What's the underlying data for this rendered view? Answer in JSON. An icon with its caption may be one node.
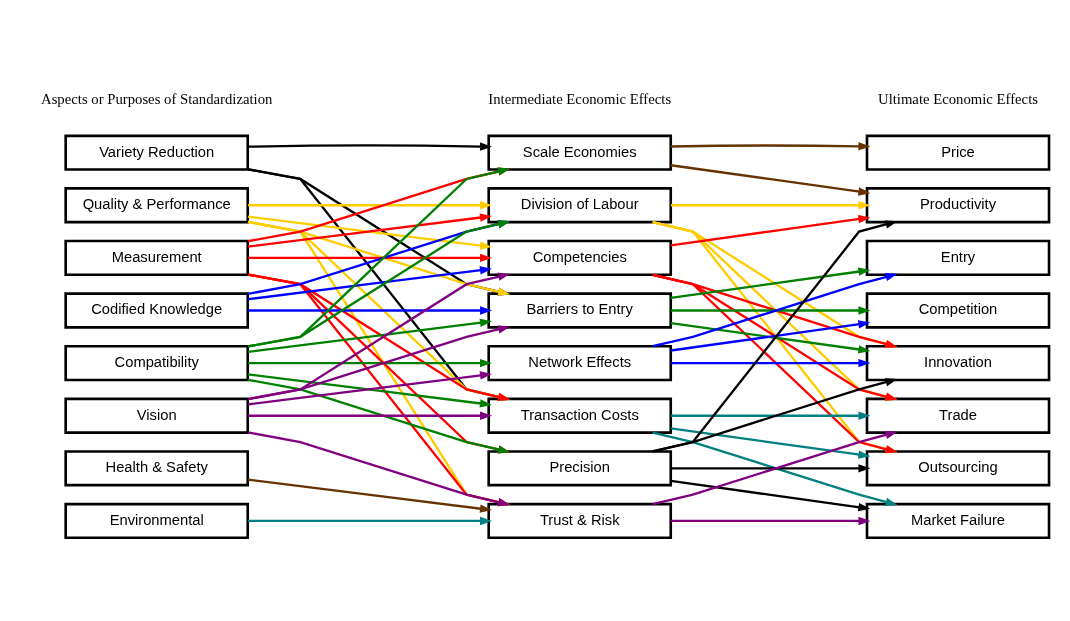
{
  "diagram": {
    "nodes": [
      {
        "text": [
          "Variety Reduction"
        ]
      },
      {
        "text": [
          "Quality & Performance"
        ]
      },
      {
        "text": [
          "Measurement"
        ]
      },
      {
        "text": [
          "Codified Knowledge"
        ]
      },
      {
        "text": [
          "Compatibility"
        ]
      },
      {
        "text": [
          "Vision"
        ]
      },
      {
        "text": [
          "Health & Safety"
        ]
      },
      {
        "text": [
          "Environmental"
        ]
      },
      {
        "text": [
          "Scale Economies"
        ]
      },
      {
        "text": [
          "Division of Labour"
        ]
      },
      {
        "text": [
          "Competencies"
        ]
      },
      {
        "text": [
          "Barriers to Entry"
        ]
      },
      {
        "text": [
          "Network Effects"
        ]
      },
      {
        "text": [
          "Transaction Costs"
        ]
      },
      {
        "text": [
          "Precision"
        ]
      },
      {
        "text": [
          "Trust & Risk"
        ]
      },
      {
        "text": [
          "Price"
        ]
      },
      {
        "text": [
          "Productivity"
        ]
      },
      {
        "text": [
          "Entry"
        ]
      },
      {
        "text": [
          "Competition"
        ]
      },
      {
        "text": [
          "Innovation"
        ]
      },
      {
        "text": [
          "Trade"
        ]
      },
      {
        "text": [
          "Outsourcing"
        ]
      },
      {
        "text": [
          "Market Failure"
        ]
      }
    ],
    "edges": [
      {
        "from": 0,
        "to": 8,
        "arrow": "to",
        "color": "#000000"
      },
      {
        "from": 0,
        "to": 11,
        "arrow": "to",
        "color": "#000000"
      },
      {
        "from": 0,
        "to": 13,
        "arrow": "to",
        "color": "#000000"
      },
      {
        "from": 1,
        "to": 9,
        "arrow": "to",
        "color": "#ffcc00"
      },
      {
        "from": 1,
        "to": 10,
        "arrow": "to",
        "color": "#ffcc00"
      },
      {
        "from": 1,
        "to": 11,
        "arrow": "to",
        "color": "#ffcc00"
      },
      {
        "from": 1,
        "to": 13,
        "arrow": "to",
        "color": "#ffcc00"
      },
      {
        "from": 1,
        "to": 15,
        "arrow": "to",
        "color": "#ffcc00"
      },
      {
        "from": 2,
        "to": 8,
        "arrow": "to",
        "color": "#ff0000"
      },
      {
        "from": 2,
        "to": 9,
        "arrow": "to",
        "color": "#ff0000"
      },
      {
        "from": 2,
        "to": 10,
        "arrow": "to",
        "color": "#ff0000"
      },
      {
        "from": 2,
        "to": 13,
        "arrow": "to",
        "color": "#ff0000"
      },
      {
        "from": 2,
        "to": 14,
        "arrow": "to",
        "color": "#ff0000"
      },
      {
        "from": 2,
        "to": 15,
        "arrow": "to",
        "color": "#ff0000"
      },
      {
        "from": 3,
        "to": 9,
        "arrow": "to",
        "color": "#0000ff"
      },
      {
        "from": 3,
        "to": 10,
        "arrow": "to",
        "color": "#0000ff"
      },
      {
        "from": 3,
        "to": 11,
        "arrow": "to",
        "color": "#0000ff"
      },
      {
        "from": 4,
        "to": 8,
        "arrow": "to",
        "color": "#008000"
      },
      {
        "from": 4,
        "to": 9,
        "arrow": "to",
        "color": "#008000"
      },
      {
        "from": 4,
        "to": 11,
        "arrow": "to",
        "color": "#008000"
      },
      {
        "from": 4,
        "to": 12,
        "arrow": "to",
        "color": "#008000"
      },
      {
        "from": 4,
        "to": 13,
        "arrow": "to",
        "color": "#008000"
      },
      {
        "from": 4,
        "to": 14,
        "arrow": "to",
        "color": "#008000"
      },
      {
        "from": 5,
        "to": 10,
        "arrow": "to",
        "color": "#800080"
      },
      {
        "from": 5,
        "to": 11,
        "arrow": "to",
        "color": "#800080"
      },
      {
        "from": 5,
        "to": 12,
        "arrow": "to",
        "color": "#800080"
      },
      {
        "from": 5,
        "to": 13,
        "arrow": "to",
        "color": "#800080"
      },
      {
        "from": 5,
        "to": 15,
        "arrow": "to",
        "color": "#800080"
      },
      {
        "from": 6,
        "to": 15,
        "arrow": "to",
        "color": "#663300"
      },
      {
        "from": 7,
        "to": 15,
        "arrow": "to",
        "color": "#008080"
      },
      {
        "from": 8,
        "to": 16,
        "arrow": "to",
        "color": "#663300"
      },
      {
        "from": 8,
        "to": 17,
        "arrow": "to",
        "color": "#663300"
      },
      {
        "from": 9,
        "to": 17,
        "arrow": "to",
        "color": "#ffcc00"
      },
      {
        "from": 9,
        "to": 20,
        "arrow": "to",
        "color": "#ffcc00"
      },
      {
        "from": 9,
        "to": 21,
        "arrow": "to",
        "color": "#ffcc00"
      },
      {
        "from": 9,
        "to": 22,
        "arrow": "to",
        "color": "#ffcc00"
      },
      {
        "from": 10,
        "to": 17,
        "arrow": "to",
        "color": "#ff0000"
      },
      {
        "from": 10,
        "to": 20,
        "arrow": "to",
        "color": "#ff0000"
      },
      {
        "from": 10,
        "to": 21,
        "arrow": "to",
        "color": "#ff0000"
      },
      {
        "from": 10,
        "to": 22,
        "arrow": "to",
        "color": "#ff0000"
      },
      {
        "from": 11,
        "to": 18,
        "arrow": "to",
        "color": "#008000"
      },
      {
        "from": 11,
        "to": 19,
        "arrow": "to",
        "color": "#008000"
      },
      {
        "from": 11,
        "to": 20,
        "arrow": "to",
        "color": "#008000"
      },
      {
        "from": 12,
        "to": 18,
        "arrow": "to",
        "color": "#0000ff"
      },
      {
        "from": 12,
        "to": 19,
        "arrow": "to",
        "color": "#0000ff"
      },
      {
        "from": 12,
        "to": 20,
        "arrow": "to",
        "color": "#0000ff"
      },
      {
        "from": 13,
        "to": 21,
        "arrow": "to",
        "color": "#008080"
      },
      {
        "from": 13,
        "to": 22,
        "arrow": "to",
        "color": "#008080"
      },
      {
        "from": 13,
        "to": 23,
        "arrow": "to",
        "color": "#008080"
      },
      {
        "from": 14,
        "to": 17,
        "arrow": "to",
        "color": "#000000"
      },
      {
        "from": 14,
        "to": 20,
        "arrow": "to",
        "color": "#000000"
      },
      {
        "from": 14,
        "to": 22,
        "arrow": "to",
        "color": "#000000"
      },
      {
        "from": 14,
        "to": 23,
        "arrow": "to",
        "color": "#000000"
      },
      {
        "from": 15,
        "to": 21,
        "arrow": "to",
        "color": "#800080"
      },
      {
        "from": 15,
        "to": 23,
        "arrow": "to",
        "color": "#800080"
      }
    ],
    "labels": [
      "Aspects or Purposes of Standardization",
      "Intermediate Economic Effects",
      "Ultimate Economic Effects"
    ]
  }
}
